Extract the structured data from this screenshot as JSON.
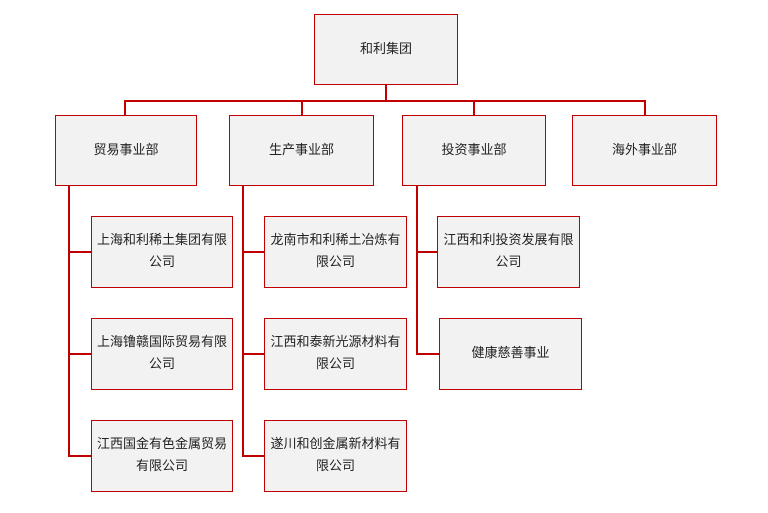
{
  "colors": {
    "line": "#c00000",
    "box_fill": "#f2f2f2",
    "text": "#222222"
  },
  "root": {
    "label": "和利集团"
  },
  "divisions": [
    {
      "label": "贸易事业部",
      "children": [
        "上海和利稀土集团有限公司",
        "上海镥赣国际贸易有限公司",
        "江西国金有色金属贸易有限公司"
      ]
    },
    {
      "label": "生产事业部",
      "children": [
        "龙南市和利稀土冶炼有限公司",
        "江西和泰新光源材料有限公司",
        "遂川和创金属新材料有限公司"
      ]
    },
    {
      "label": "投资事业部",
      "children": [
        "江西和利投资发展有限公司",
        "健康慈善事业"
      ]
    },
    {
      "label": "海外事业部",
      "children": []
    }
  ]
}
